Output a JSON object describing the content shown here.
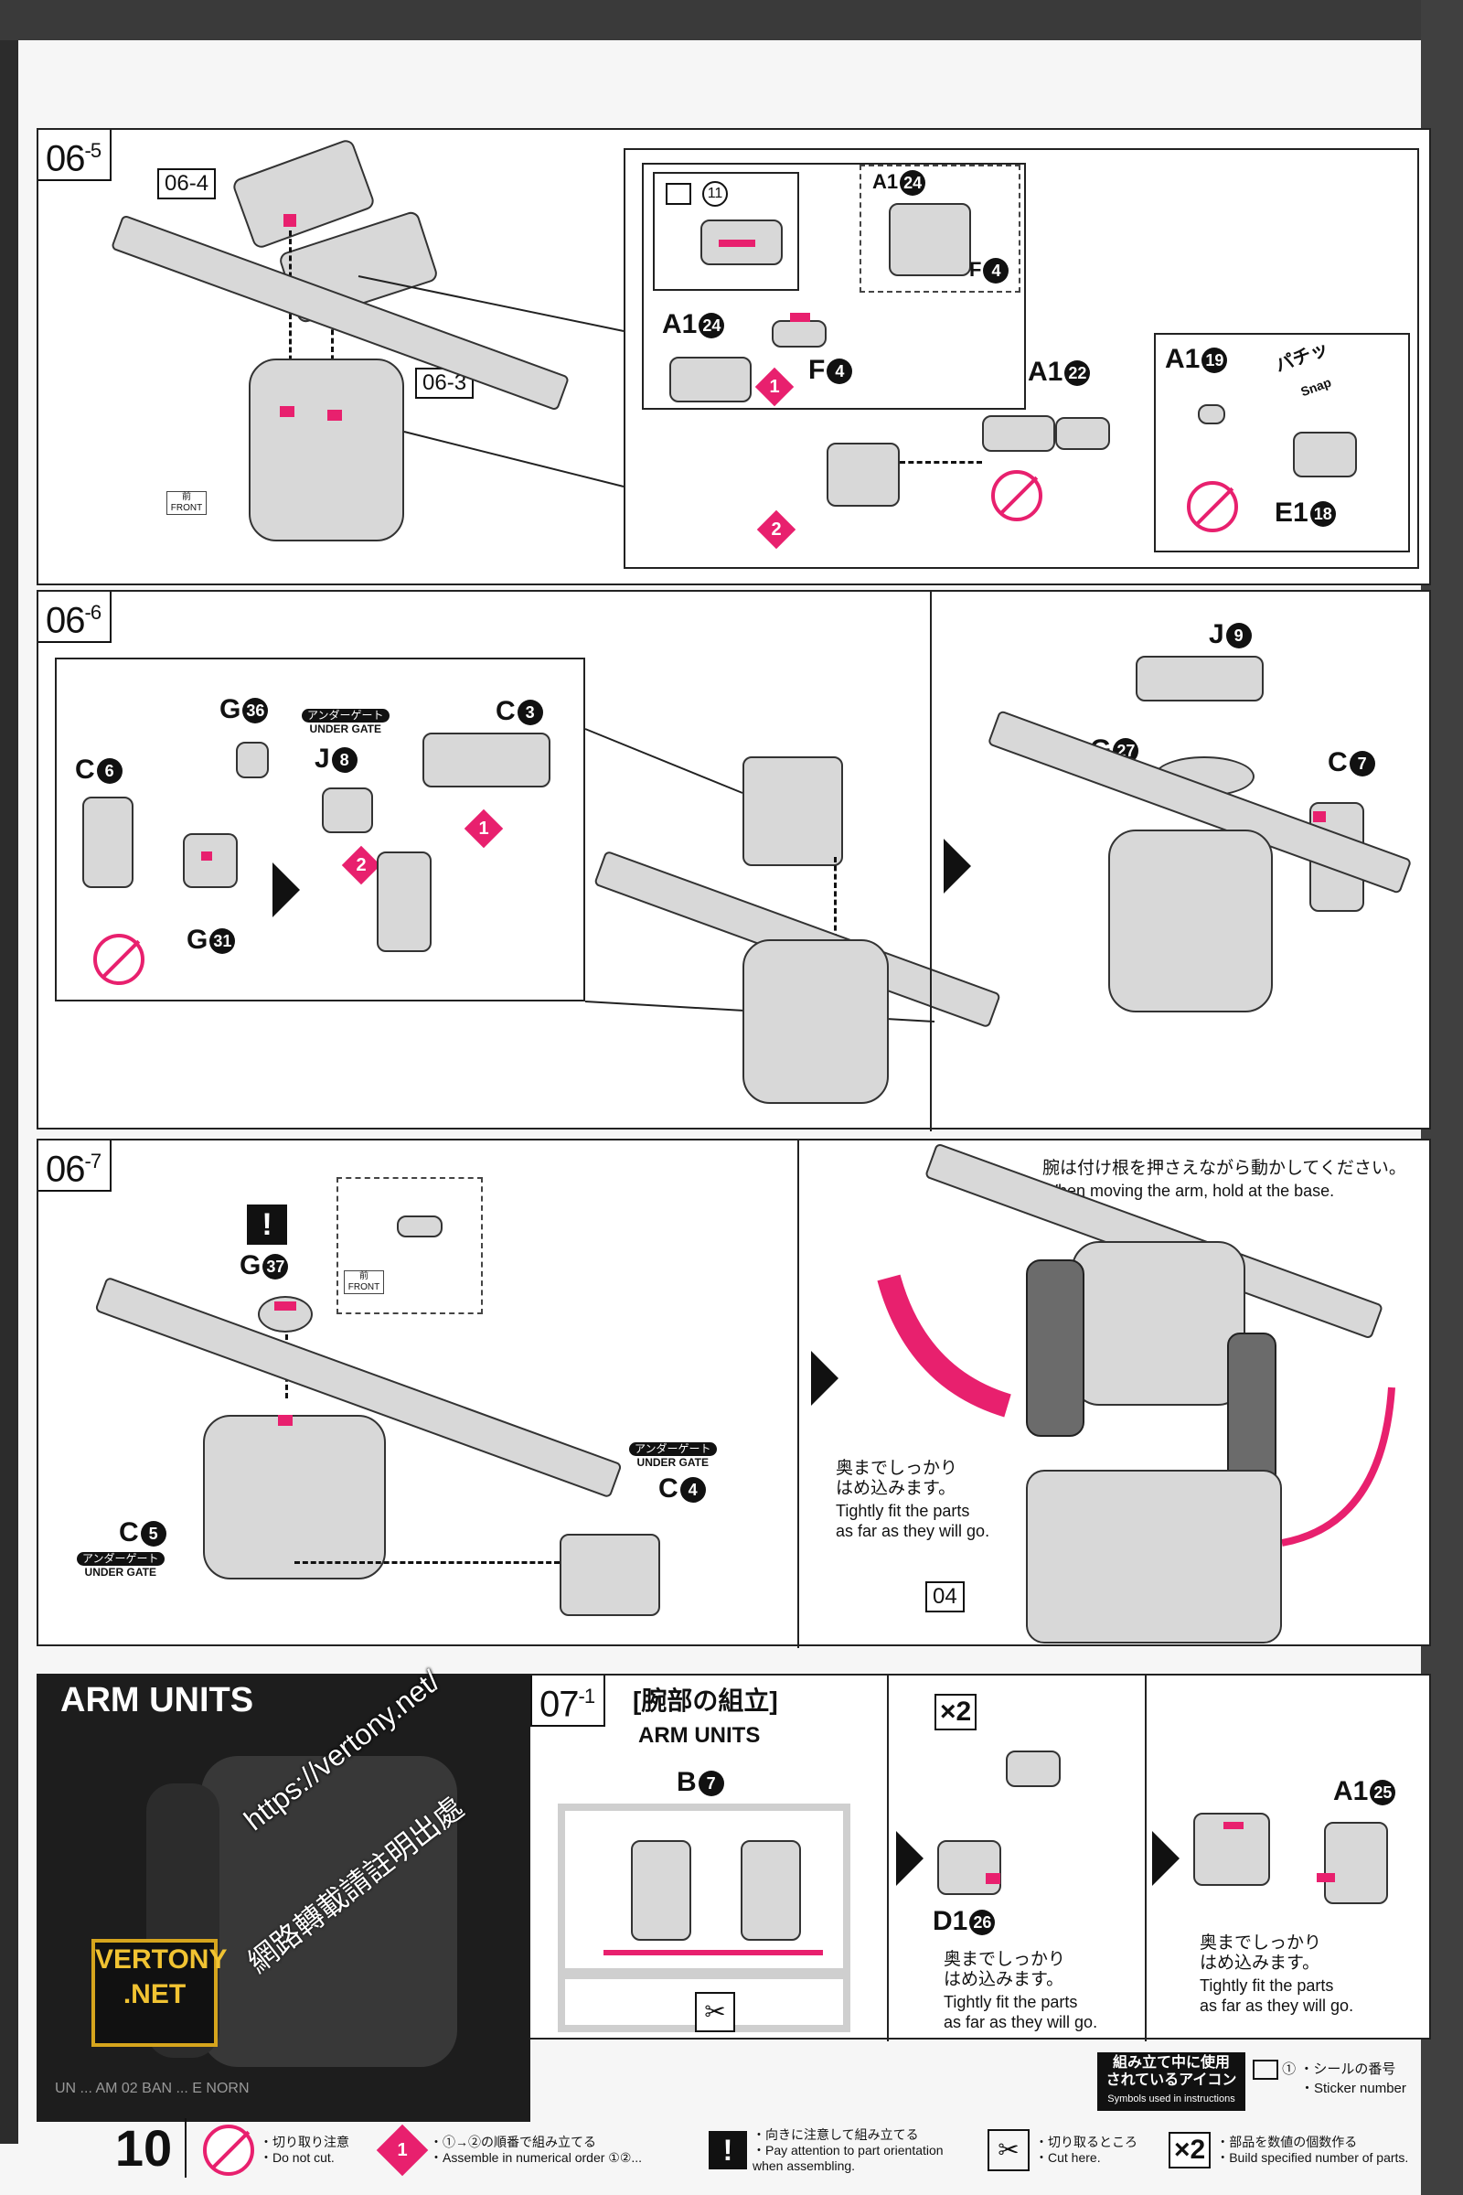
{
  "page_number": "10",
  "steps": {
    "s065": {
      "num": "06",
      "sub": "-5",
      "ref_a": "06-4",
      "ref_b": "06-3",
      "front": "前 FRONT",
      "parts": {
        "a1_24_inset": "A1",
        "a1_24_inset_n": "24",
        "f4_inset": "F",
        "f4_inset_n": "4",
        "a1_24": "A1",
        "a1_24_n": "24",
        "f4": "F",
        "f4_n": "4",
        "a1_22": "A1",
        "a1_22_n": "22",
        "a1_19": "A1",
        "a1_19_n": "19",
        "e1_18": "E1",
        "e1_18_n": "18",
        "sticker_n": "11",
        "snap_jp": "パチッ",
        "snap_en": "Snap",
        "d1": "1",
        "d2": "2"
      }
    },
    "s066": {
      "num": "06",
      "sub": "-6",
      "parts": {
        "g36": "G",
        "g36_n": "36",
        "c6": "C",
        "c6_n": "6",
        "g31": "G",
        "g31_n": "31",
        "j8": "J",
        "j8_n": "8",
        "c3": "C",
        "c3_n": "3",
        "j9": "J",
        "j9_n": "9",
        "g27": "G",
        "g27_n": "27",
        "c7": "C",
        "c7_n": "7",
        "d1": "1",
        "d2": "2"
      },
      "under_gate_jp": "アンダーゲート",
      "under_gate_en": "UNDER GATE"
    },
    "s067": {
      "num": "06",
      "sub": "-7",
      "front": "前 FRONT",
      "parts": {
        "g37": "G",
        "g37_n": "37",
        "c5": "C",
        "c5_n": "5",
        "c4": "C",
        "c4_n": "4"
      },
      "under_gate_jp": "アンダーゲート",
      "under_gate_en": "UNDER GATE",
      "arm_note_jp": "腕は付け根を押さえながら動かしてください。",
      "arm_note_en": "When moving the arm, hold at the base.",
      "fit_jp": "奥までしっかり\nはめ込みます。",
      "fit_jp1": "奥までしっかり",
      "fit_jp2": "はめ込みます。",
      "fit_en1": "Tightly fit the parts",
      "fit_en2": "as far as they will go.",
      "ref": "04"
    },
    "s071": {
      "num": "07",
      "sub": "-1",
      "title_jp": "[腕部の組立]",
      "title_en": "ARM UNITS",
      "parts": {
        "b7": "B",
        "b7_n": "7",
        "d1_26": "D1",
        "d1_26_n": "26",
        "a1_25": "A1",
        "a1_25_n": "25"
      },
      "x2": "×2",
      "fit_jp1": "奥までしっかり",
      "fit_jp2": "はめ込みます。",
      "fit_en1": "Tightly fit the parts",
      "fit_en2": "as far as they will go."
    }
  },
  "arm_header": {
    "title": "ARM UNITS",
    "logo": "VERTONY .NET",
    "subtitle": "UN ... AM 02 BAN ... E NORN"
  },
  "watermark": {
    "line1": "https://vertony.net/",
    "line2": "網路轉載請註明出處"
  },
  "symbols_box": {
    "jp1": "組み立て中に使用",
    "jp2": "されているアイコン",
    "en": "Symbols used in instructions"
  },
  "sticker_legend": {
    "n": "①",
    "jp": "・シールの番号",
    "en": "・Sticker number"
  },
  "legend": [
    {
      "jp": "・切り取り注意",
      "en": "・Do not cut."
    },
    {
      "jp": "・①→②の順番で組み立てる",
      "en": "・Assemble in numerical order ①②..."
    },
    {
      "jp": "・向きに注意して組み立てる",
      "en": "・Pay attention to part orientation",
      "en2": "when assembling."
    },
    {
      "jp": "・切り取るところ",
      "en": "・Cut here."
    },
    {
      "jp": "・部品を数値の個数作る",
      "en": "・Build specified number of parts.",
      "icon": "×2"
    }
  ],
  "icons": {
    "no_cut": "no-cut-icon",
    "orientation": "exclamation-icon",
    "cut": "nipper-icon",
    "sticker": "sticker-icon"
  },
  "colors": {
    "accent": "#e8206e",
    "ink": "#111111",
    "part": "#d8d8d8"
  }
}
